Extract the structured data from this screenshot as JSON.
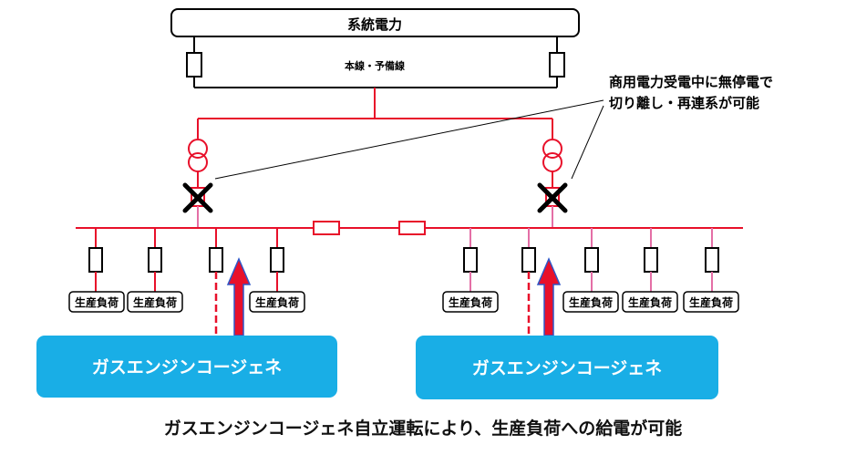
{
  "grid_label": "系統電力",
  "line_label": "本線・予備線",
  "note_line1": "商用電力受電中に無停電で",
  "note_line2": "切り離し・再連系が可能",
  "load_label": "生産負荷",
  "cogen_label": "ガスエンジンコージェネ",
  "caption": "ガスエンジンコージェネ自立運転により、生産負荷への給電が可能",
  "colors": {
    "main_line": "#e8102a",
    "branch_line": "#e46fa6",
    "cogen_box": "#19aee6",
    "arrow_fill": "#e8102a",
    "arrow_edge": "#2e56c8",
    "breaker_x": "#000000"
  }
}
